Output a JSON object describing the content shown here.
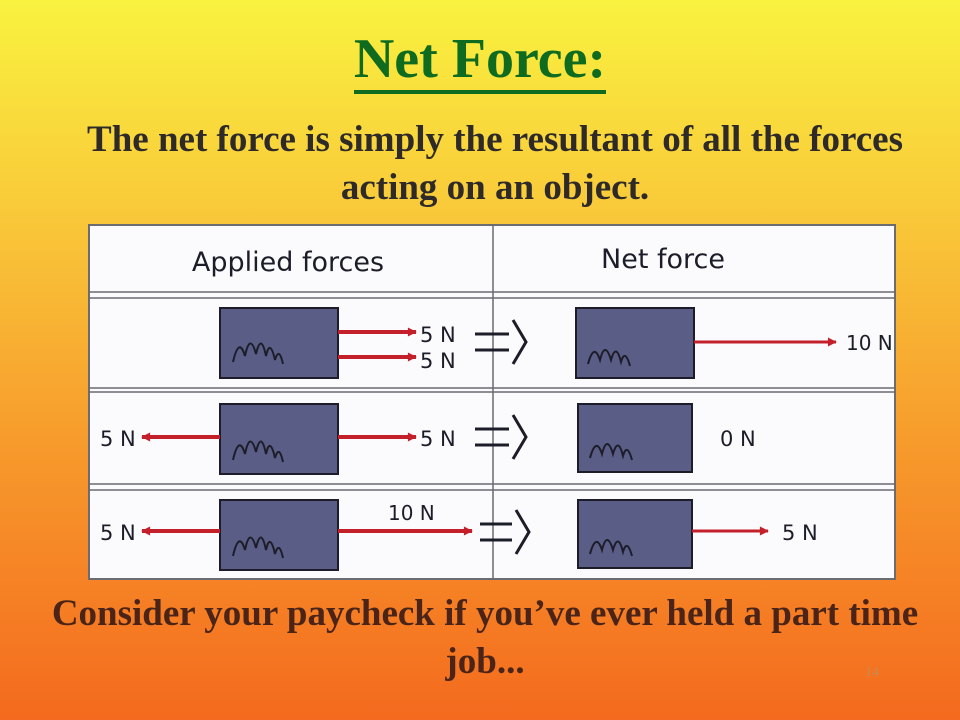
{
  "slide": {
    "title": "Net Force:",
    "subtitle": "The net force is simply the resultant of all the forces acting on an object.",
    "closing": "Consider your paycheck if you’ve ever held a part time job...",
    "page_number": "14"
  },
  "table": {
    "header_left": "Applied forces",
    "header_right": "Net force",
    "rows": [
      {
        "applied": [
          {
            "direction": "right",
            "label": "5 N"
          },
          {
            "direction": "right",
            "label": "5 N"
          }
        ],
        "net_label": "10 N",
        "net_direction": "right"
      },
      {
        "applied": [
          {
            "direction": "left",
            "label": "5 N"
          },
          {
            "direction": "right",
            "label": "5 N"
          }
        ],
        "net_label": "0 N",
        "net_direction": "none"
      },
      {
        "applied": [
          {
            "direction": "left",
            "label": "5 N"
          },
          {
            "direction": "right",
            "label": "10 N"
          }
        ],
        "net_label": "5 N",
        "net_direction": "right"
      }
    ]
  },
  "colors": {
    "box_fill": "#5a5e86",
    "arrow": "#c4202c",
    "title": "#0f6b1f",
    "table_line": "#6b6b72"
  }
}
